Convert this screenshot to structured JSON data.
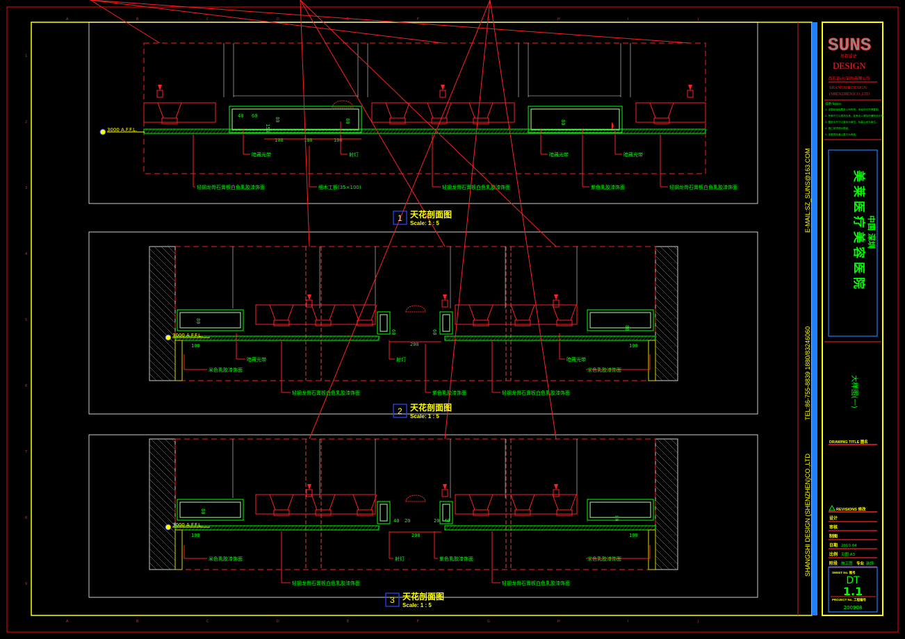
{
  "colors": {
    "frame": "#ff0000",
    "inner_frame": "#ffff00",
    "accent_bar": "#1e7fff",
    "lines": "#ff2020",
    "labels": "#00ff00",
    "titles": "#ffff00"
  },
  "side_strip": {
    "company": "SHANGSHI DESIGN (SHENZHEN)CO.,LTD",
    "tel": "TEL:86-755-8839 1880/83246060",
    "email": "E-MAIL:SZ_SUNS@163.COM"
  },
  "title_block": {
    "logo_text": "SUNS",
    "logo_sub": "尚石设计",
    "design": "DESIGN",
    "company_cn": "尚石设计(深圳)有限公司",
    "company_en1": "SHANGSHI  DESIGN",
    "company_en2": "(SHENZHEN)CO.,LTD",
    "notes_title": "说明 Notes",
    "notes": [
      "1. 本图纸版权属本公司所有，未经许可不得复制。",
      "2. 所有尺寸以现场为准，如有出入请及时通知设计师。",
      "3. 图纸中尺寸以毫米为单位，标高以米为单位。",
      "4. 施工前须核对图纸。",
      "5. 本图须加盖公章方为有效。"
    ],
    "project_name": "美莱医疗美容医院",
    "project_location": "中国 深圳",
    "drawing_name": "大样图(一)",
    "drawing_title_label": "DRAWING TITLE  图名",
    "revisions_label": "REVISIONS  修改",
    "fields": [
      {
        "label": "设计",
        "value": ""
      },
      {
        "label": "审核",
        "value": ""
      },
      {
        "label": "制图",
        "value": ""
      },
      {
        "label": "日期",
        "value": "2010.04"
      },
      {
        "label": "比例",
        "value": "见图    A3"
      },
      {
        "label": "阶段",
        "value": "施工图"
      }
    ],
    "stage_extra_label": "专业",
    "stage_extra_value": "装饰",
    "sheet_no_label": "SHEET No.  图号",
    "sheet_prefix": "DT",
    "sheet_no": "1.1",
    "project_no_label": "PROJECT No.  工程编号",
    "project_no": "200908"
  },
  "sections": [
    {
      "number": "1",
      "title": "天花剖面图",
      "scale": "Scale: 1 : 5",
      "elevation": "3000 A.F.F.L.",
      "dims": [
        "40",
        "60",
        "80",
        "150",
        "100",
        "100",
        "100",
        "80",
        "80"
      ],
      "labels": [
        "暗藏光带",
        "射灯",
        "暗藏光带",
        "暗藏光带",
        "轻钢龙骨石膏板白色乳胶漆饰面",
        "细木工板(35×100)",
        "轻钢龙骨石膏板白色乳胶漆饰面",
        "紫色乳胶漆饰面",
        "轻钢龙骨石膏板白色乳胶漆饰面"
      ]
    },
    {
      "number": "2",
      "title": "天花剖面图",
      "scale": "Scale: 1 : 5",
      "elevation": "3000 A.F.F.L.",
      "dims": [
        "80",
        "100",
        "60",
        "60",
        "200",
        "80",
        "100"
      ],
      "labels": [
        "暗藏光带",
        "射灯",
        "暗藏光带",
        "米色乳胶漆饰面",
        "米色乳胶漆饰面",
        "轻钢龙骨石膏板白色乳胶漆饰面",
        "紫色乳胶漆饰面",
        "轻钢龙骨石膏板白色乳胶漆饰面"
      ]
    },
    {
      "number": "3",
      "title": "天花剖面图",
      "scale": "Scale: 1 : 5",
      "elevation": "3000 A.F.F.L.",
      "dims": [
        "80",
        "100",
        "40",
        "20",
        "200",
        "20",
        "40",
        "80",
        "100"
      ],
      "labels": [
        "射灯",
        "紫色乳胶漆饰面",
        "米色乳胶漆饰面",
        "米色乳胶漆饰面",
        "轻钢龙骨石膏板白色乳胶漆饰面",
        "轻钢龙骨石膏板白色乳胶漆饰面"
      ]
    }
  ],
  "grid": {
    "columns": [
      "A",
      "B",
      "C",
      "D",
      "E",
      "F",
      "G",
      "H",
      "I",
      "J"
    ],
    "rows": [
      "1",
      "2",
      "3",
      "4",
      "5",
      "6",
      "7",
      "8",
      "9"
    ]
  }
}
